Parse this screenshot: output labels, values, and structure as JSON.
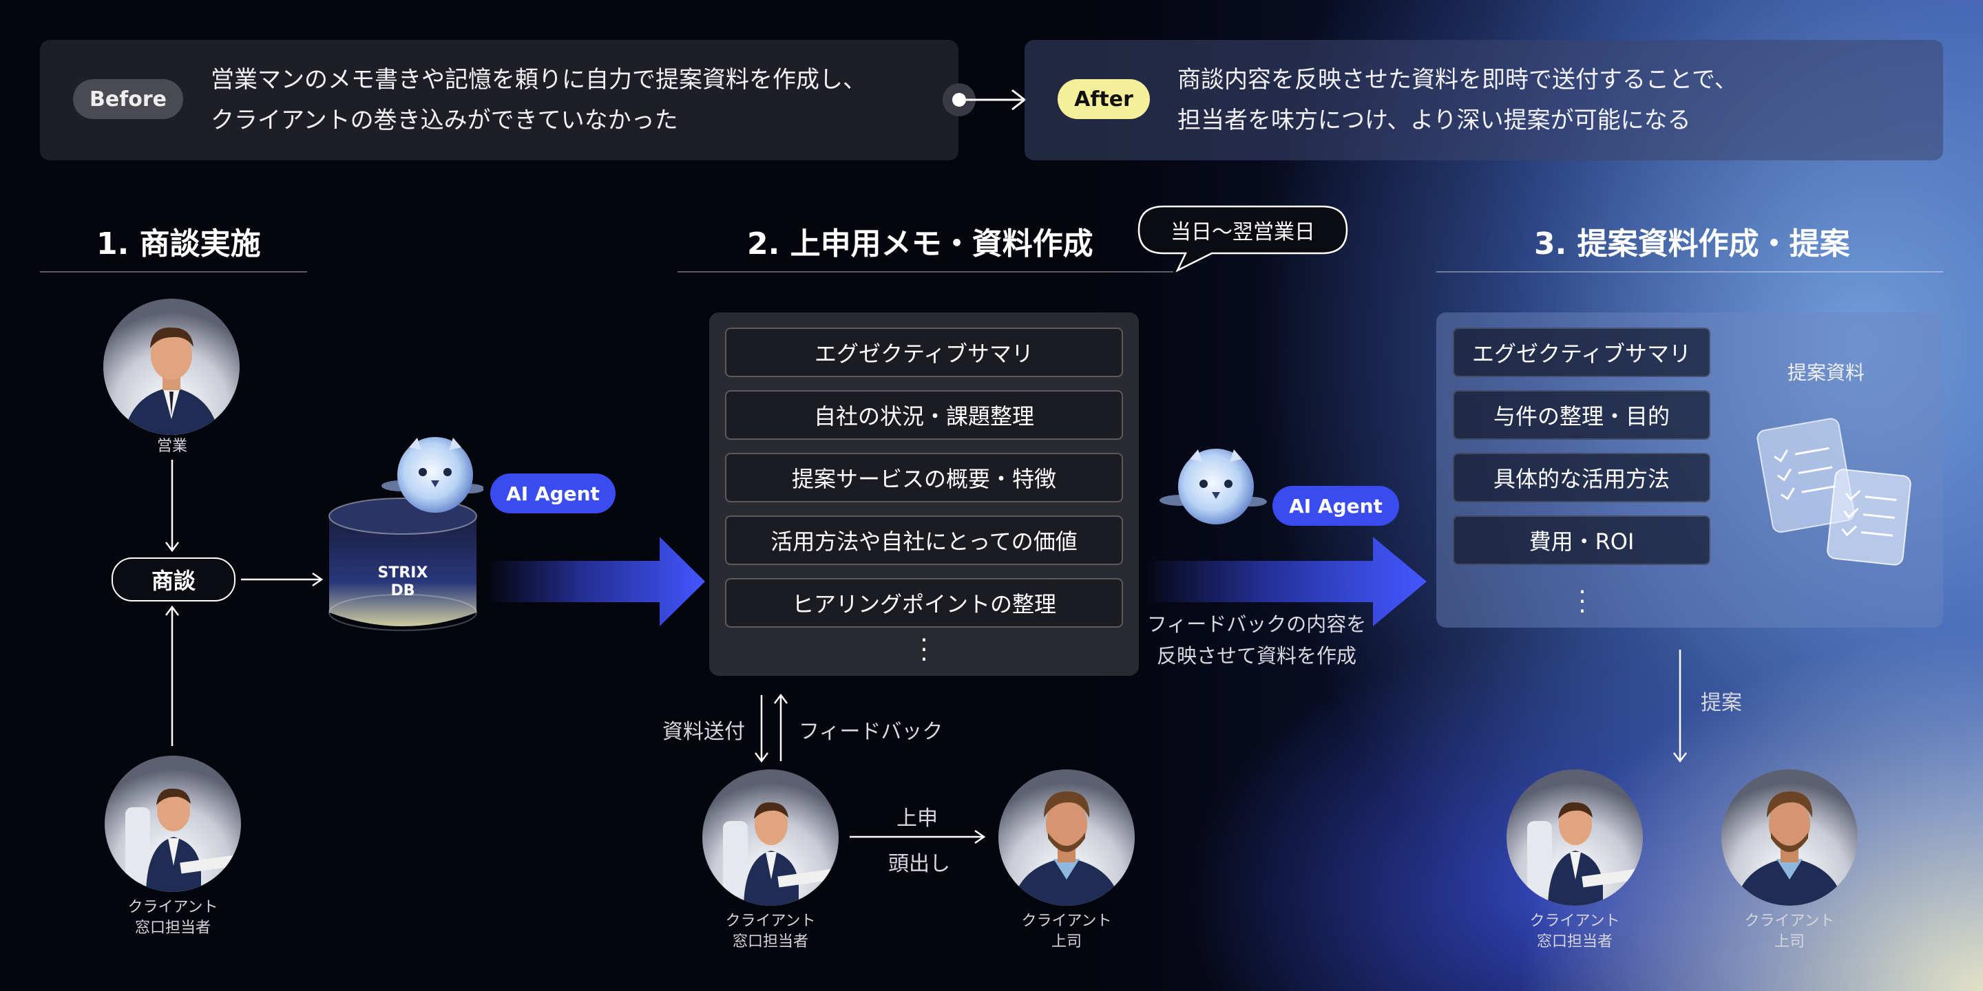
{
  "before": {
    "badge": "Before",
    "line1": "営業マンのメモ書きや記憶を頼りに自力で提案資料を作成し、",
    "line2": "クライアントの巻き込みができていなかった"
  },
  "after": {
    "badge": "After",
    "line1": "商談内容を反映させた資料を即時で送付することで、",
    "line2": "担当者を味方につけ、より深い提案が可能になる"
  },
  "step1": {
    "title": "1. 商談実施",
    "sales_caption": "営業",
    "meeting_label": "商談",
    "client_caption_1": "クライアント",
    "client_caption_2": "窓口担当者"
  },
  "db": {
    "label_1": "STRIX",
    "label_2": "DB",
    "agent_badge": "AI Agent"
  },
  "step2": {
    "title": "2. 上申用メモ・資料作成",
    "timing_bubble": "当日〜翌営業日",
    "items": [
      "エグゼクティブサマリ",
      "自社の状況・課題整理",
      "提案サービスの概要・特徴",
      "活用方法や自社にとっての価値",
      "ヒアリングポイントの整理"
    ],
    "send_label": "資料送付",
    "feedback_label": "フィードバック",
    "escalate_label_1": "上申",
    "escalate_label_2": "頭出し",
    "client_caption_1": "クライアント",
    "client_caption_2": "窓口担当者",
    "boss_caption_1": "クライアント",
    "boss_caption_2": "上司"
  },
  "agent2": {
    "badge": "AI Agent",
    "note_1": "フィードバックの内容を",
    "note_2": "反映させて資料を作成"
  },
  "step3": {
    "title": "3. 提案資料作成・提案",
    "items": [
      "エグゼクティブサマリ",
      "与件の整理・目的",
      "具体的な活用方法",
      "費用・ROI"
    ],
    "doc_label": "提案資料",
    "propose_label": "提案",
    "client_caption_1": "クライアント",
    "client_caption_2": "窓口担当者",
    "boss_caption_1": "クライアント",
    "boss_caption_2": "上司"
  },
  "colors": {
    "accent_blue": "#3a4cf0",
    "after_yellow": "#f6ef9a",
    "before_gray": "#4a4a52"
  }
}
